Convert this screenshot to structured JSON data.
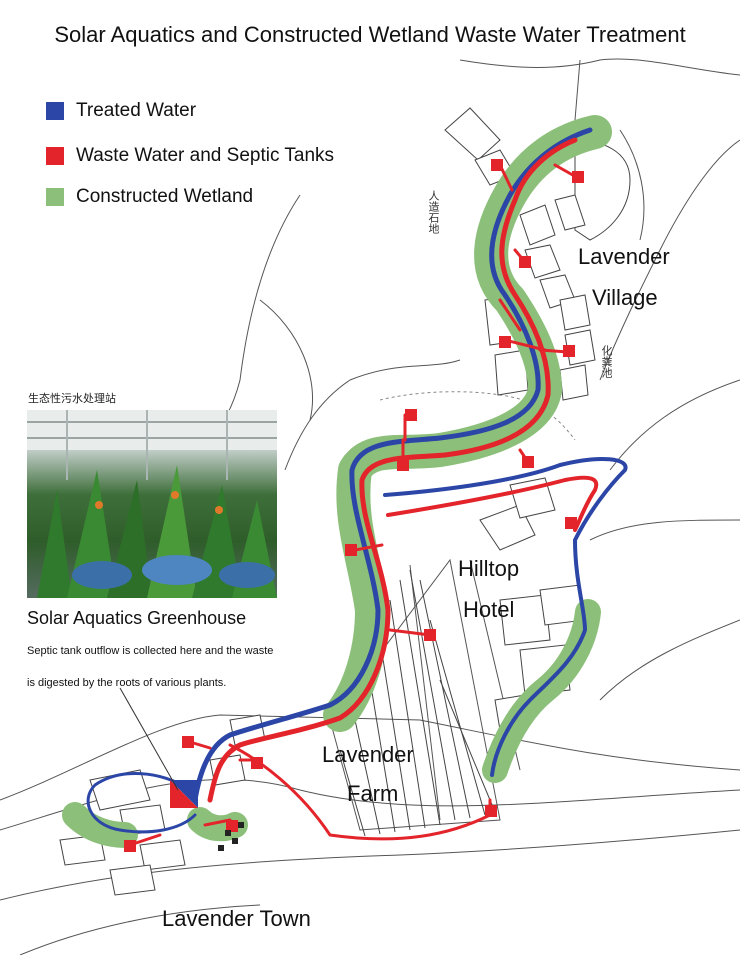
{
  "title": "Solar Aquatics and Constructed Wetland Waste Water Treatment",
  "legend": [
    {
      "label": "Treated Water",
      "color": "#2b46a6"
    },
    {
      "label": "Waste Water  and Septic Tanks",
      "color": "#e3242b"
    },
    {
      "label": "Constructed Wetland",
      "color": "#8cc07a"
    }
  ],
  "places": {
    "lavender_village_1": "Lavender",
    "lavender_village_2": "Village",
    "hilltop_1": "Hilltop",
    "hilltop_2": "Hotel",
    "farm_1": "Lavender",
    "farm_2": "Farm",
    "town": "Lavender Town"
  },
  "chinese_labels": {
    "photo_caption": "生态性污水处理站",
    "wetland_cn": "人造石地",
    "septic_cn": "化粪池"
  },
  "greenhouse": {
    "title": "Solar Aquatics Greenhouse",
    "desc_1": "Septic tank outflow is collected here and the waste",
    "desc_2": "is digested by the roots of various plants."
  }
}
